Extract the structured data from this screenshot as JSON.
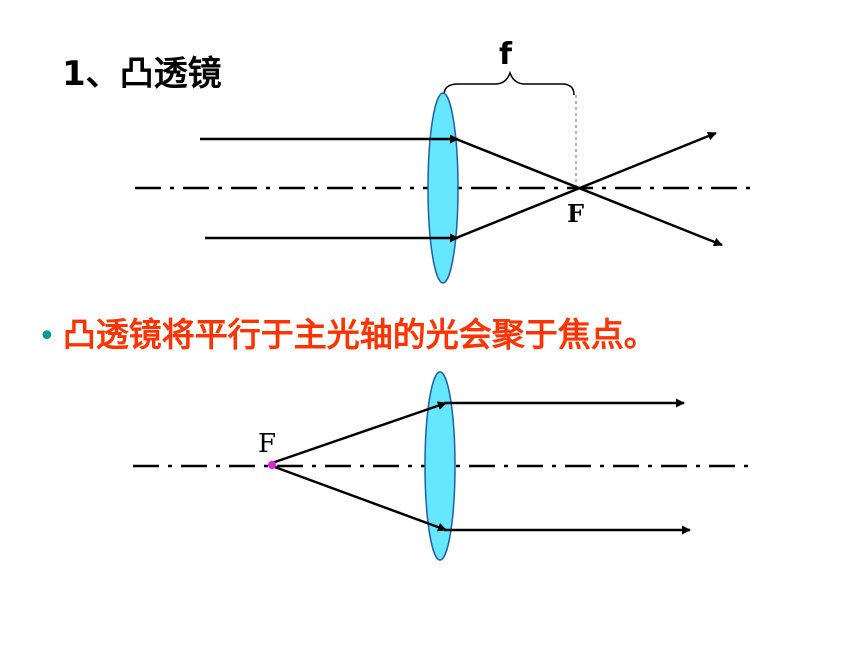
{
  "title": "1、凸透镜",
  "focal_length_label": "f",
  "focus_label_top": "F",
  "focus_label_bottom": "F",
  "bullet": "•",
  "statement": "凸透镜将平行于主光轴的光会聚于焦点。",
  "colors": {
    "lens_fill": "#66E6FF",
    "lens_stroke": "#1E5FA8",
    "ray": "#000000",
    "statement": "#FF3300",
    "bullet": "#009999",
    "focus_point": "#E020E0",
    "guide_line": "#888888"
  }
}
